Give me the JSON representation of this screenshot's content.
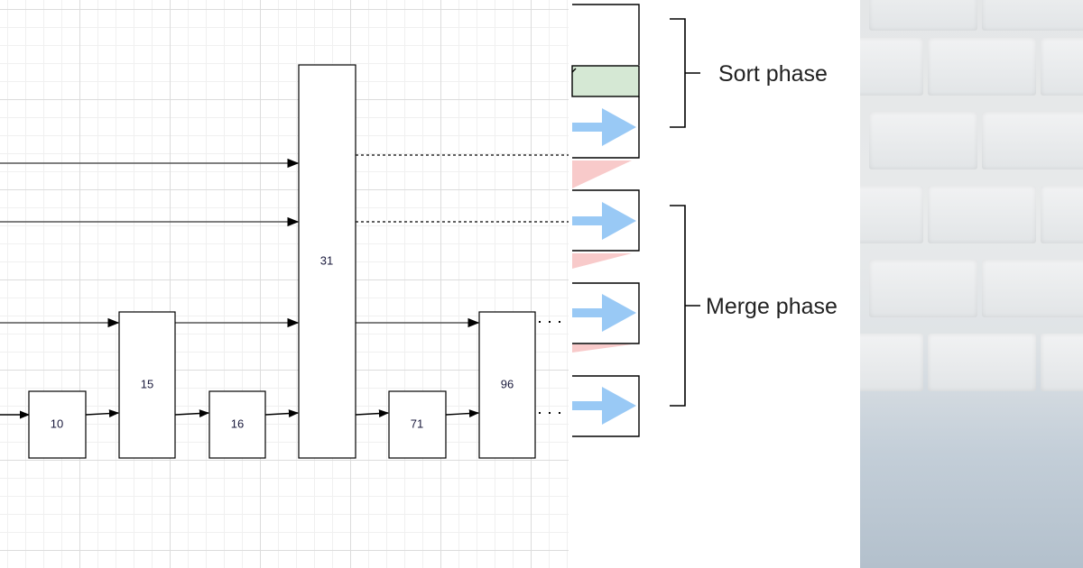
{
  "nodes": [
    {
      "id": "n10",
      "label": "10"
    },
    {
      "id": "n15",
      "label": "15"
    },
    {
      "id": "n16",
      "label": "16"
    },
    {
      "id": "n31",
      "label": "31"
    },
    {
      "id": "n71",
      "label": "71"
    },
    {
      "id": "n96",
      "label": "96"
    }
  ],
  "phases": {
    "sort": "Sort phase",
    "merge": "Merge phase"
  },
  "colors": {
    "stroke": "#000000",
    "arrow_line": "#555555",
    "green_band": "#d5e8d4",
    "blue_arrow": "#99c9f5",
    "red_wedge": "#f8caca"
  }
}
